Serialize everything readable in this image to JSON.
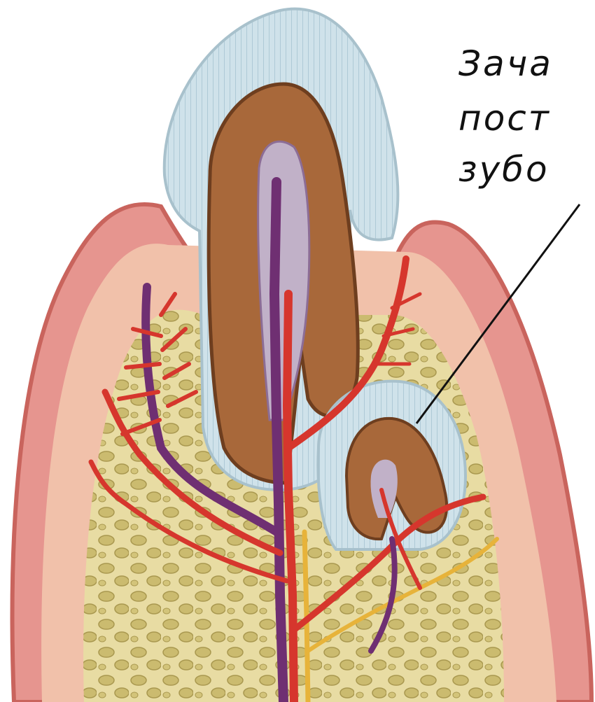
{
  "labels": {
    "germ": [
      "Зача",
      "пост",
      "зубо"
    ]
  },
  "colors": {
    "enamel": "#c8dde6",
    "dentin": "#a86a3a",
    "pulp": "#b7a6bf",
    "gum": "#e9a39c",
    "bone": "#e4d699",
    "artery": "#d6362d",
    "vein": "#6f2f72",
    "nerve": "#e7b33a"
  }
}
